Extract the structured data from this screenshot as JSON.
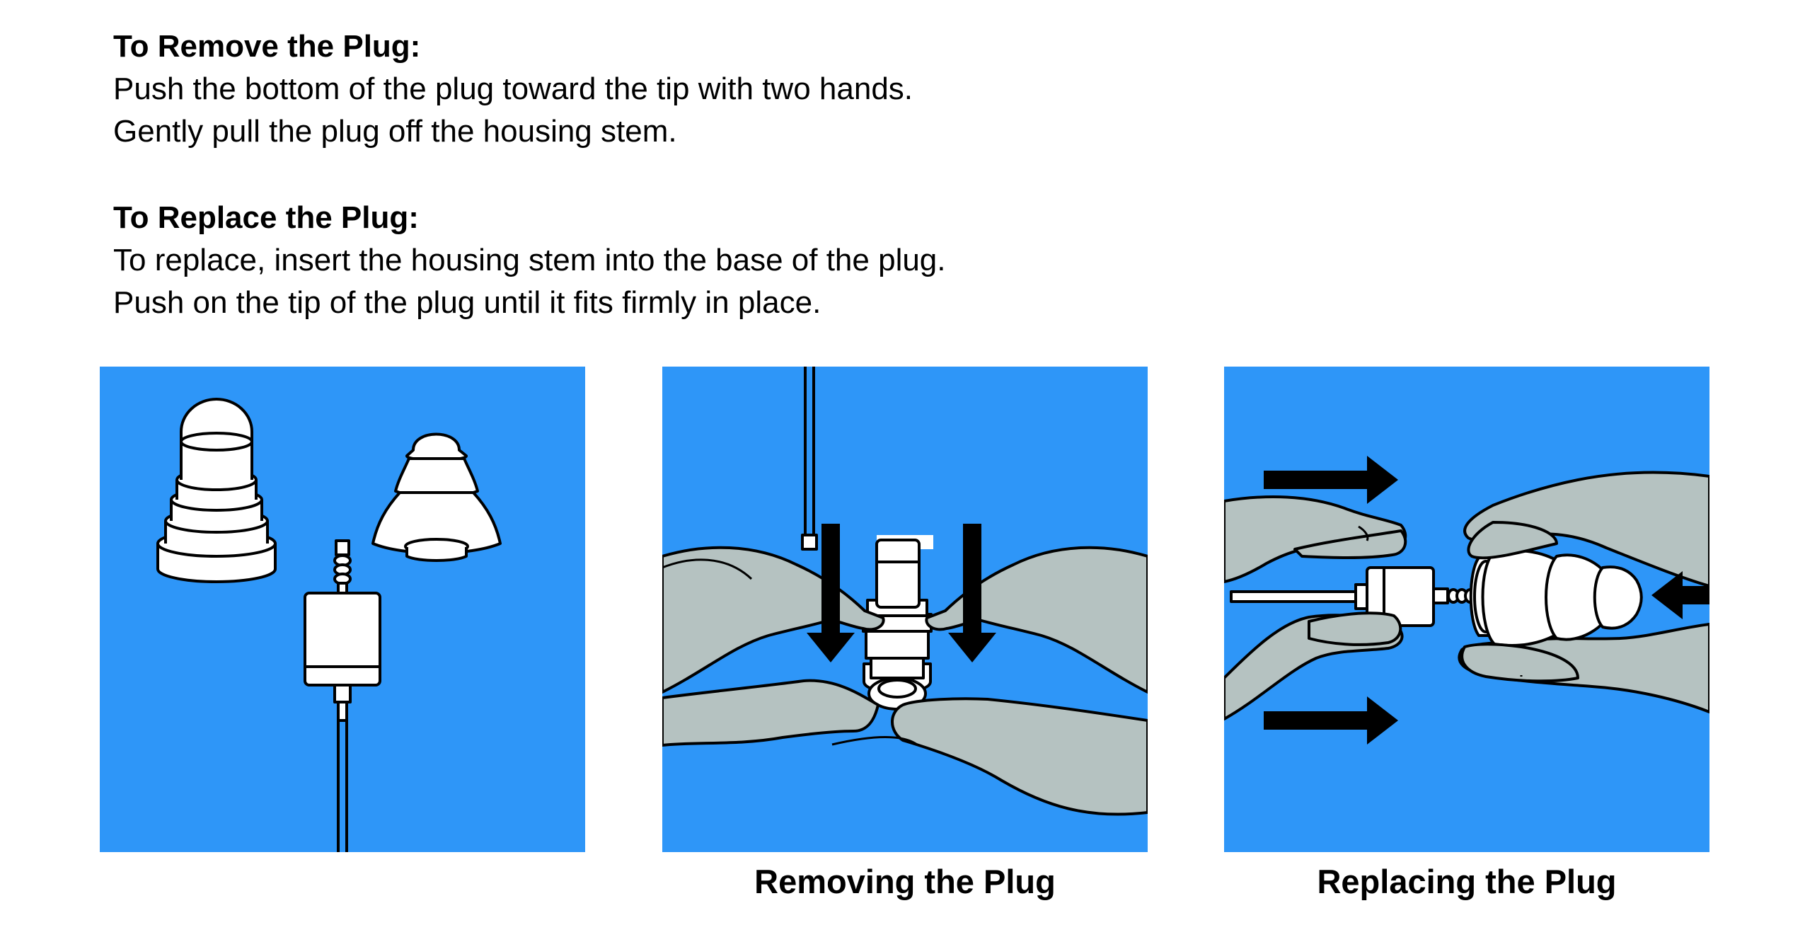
{
  "remove": {
    "heading": "To Remove the Plug:",
    "lines": [
      "Push the bottom of the plug toward the tip with two hands.",
      "Gently pull the plug off the housing stem."
    ]
  },
  "replace": {
    "heading": "To Replace the Plug:",
    "lines": [
      "To replace, insert the housing stem into the base of the plug.",
      "Push on the tip of the plug until it fits firmly in place."
    ]
  },
  "panels": [
    {
      "caption": ""
    },
    {
      "caption": "Removing the Plug"
    },
    {
      "caption": "Replacing the Plug"
    }
  ],
  "colors": {
    "panel_bg": "#2e96f8",
    "hand": "#b5c2c1",
    "arrow": "#000000",
    "plug": "#ffffff"
  }
}
